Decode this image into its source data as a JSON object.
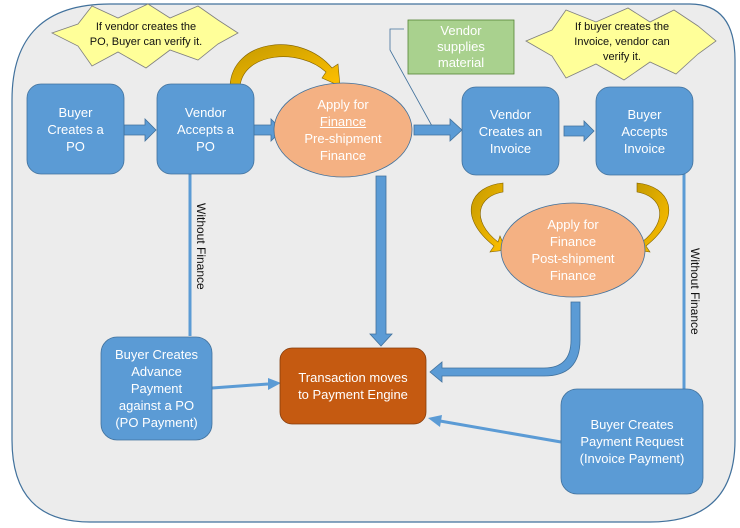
{
  "diagram": {
    "nodes": {
      "buyer_creates_po": [
        "Buyer",
        "Creates a",
        "PO"
      ],
      "vendor_accepts_po": [
        "Vendor",
        "Accepts a",
        "PO"
      ],
      "apply_pre": [
        "Apply for",
        "Finance",
        "Pre-shipment",
        "Finance"
      ],
      "vendor_creates_invoice": [
        "Vendor",
        "Creates an",
        "Invoice"
      ],
      "buyer_accepts_invoice": [
        "Buyer",
        "Accepts",
        "Invoice"
      ],
      "apply_post": [
        "Apply for",
        "Finance",
        "Post-shipment",
        "Finance"
      ],
      "advance_payment": [
        "Buyer Creates",
        "Advance",
        "Payment",
        "against a PO",
        "(PO Payment)"
      ],
      "payment_engine": [
        "Transaction moves",
        "to Payment Engine"
      ],
      "payment_request": [
        "Buyer Creates",
        "Payment Request",
        "(Invoice Payment)"
      ]
    },
    "callouts": {
      "vendor_po": [
        "If vendor creates the",
        "PO, Buyer can verify it."
      ],
      "buyer_invoice": [
        "If buyer creates the",
        "Invoice, vendor can",
        "verify it."
      ],
      "vendor_supplies": [
        "Vendor",
        "supplies",
        "material"
      ]
    },
    "edge_labels": {
      "without_finance_left": "Without Finance",
      "without_finance_right": "Without Finance"
    },
    "colors": {
      "background_panel": "#ececec",
      "panel_border": "#41719c",
      "blue_node": "#5b9bd5",
      "orange_ellipse": "#f4b183",
      "dark_orange_node": "#c55a11",
      "callout_yellow": "#ffff99",
      "green_note": "#a9d18e",
      "curved_arrow": "#ffc000"
    }
  }
}
